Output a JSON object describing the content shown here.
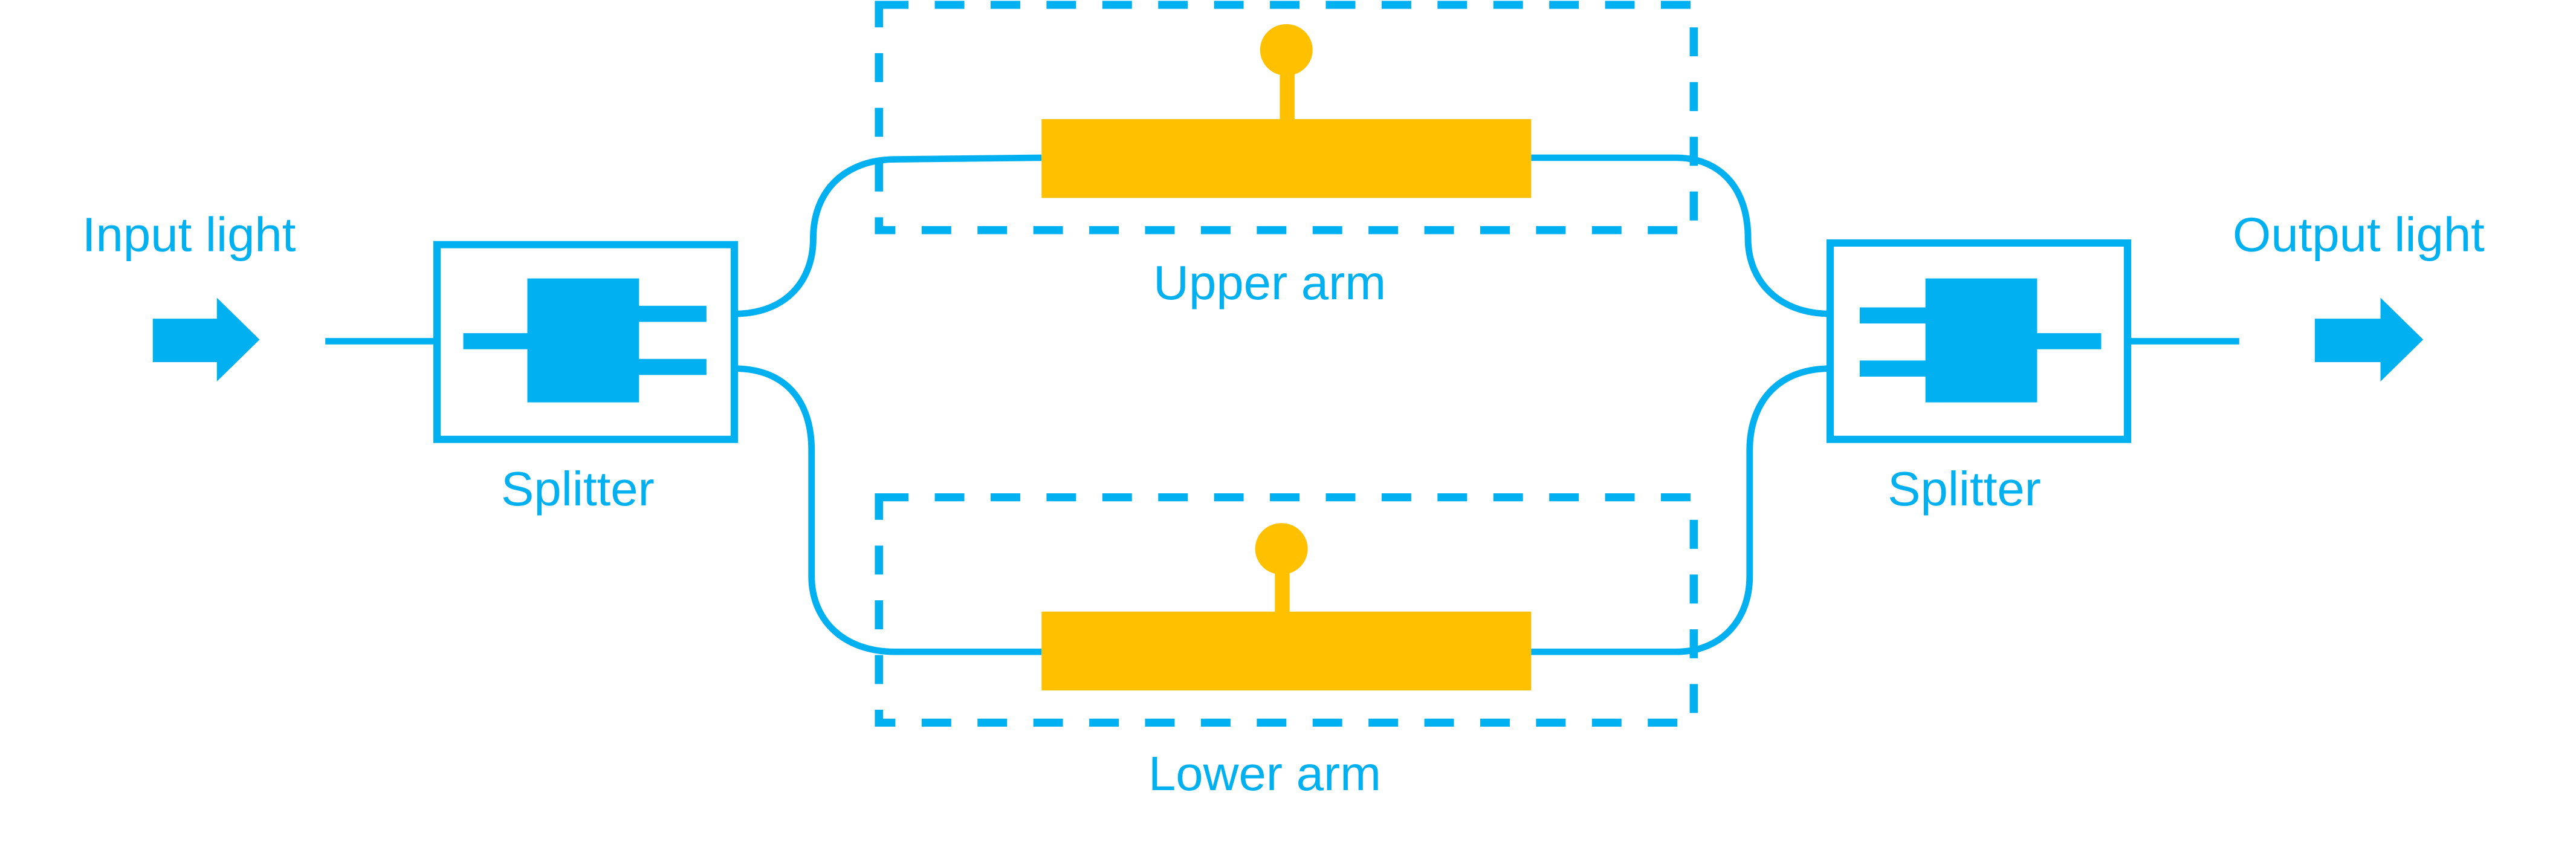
{
  "title": "Mach-Zehnder interferometer schematic",
  "colors": {
    "waveguide": "#00B0F0",
    "phase_shifter": "#FFC000",
    "background": "#FFFFFF"
  },
  "labels": {
    "input": "Input light",
    "output": "Output light",
    "splitter_left": "Splitter",
    "splitter_right": "Splitter",
    "upper_arm": "Upper arm",
    "lower_arm": "Lower arm"
  },
  "icons": {
    "input_arrow": "arrow-right-icon",
    "output_arrow": "arrow-right-icon",
    "phase_shifter_upper": "electrode-icon",
    "phase_shifter_lower": "electrode-icon"
  }
}
